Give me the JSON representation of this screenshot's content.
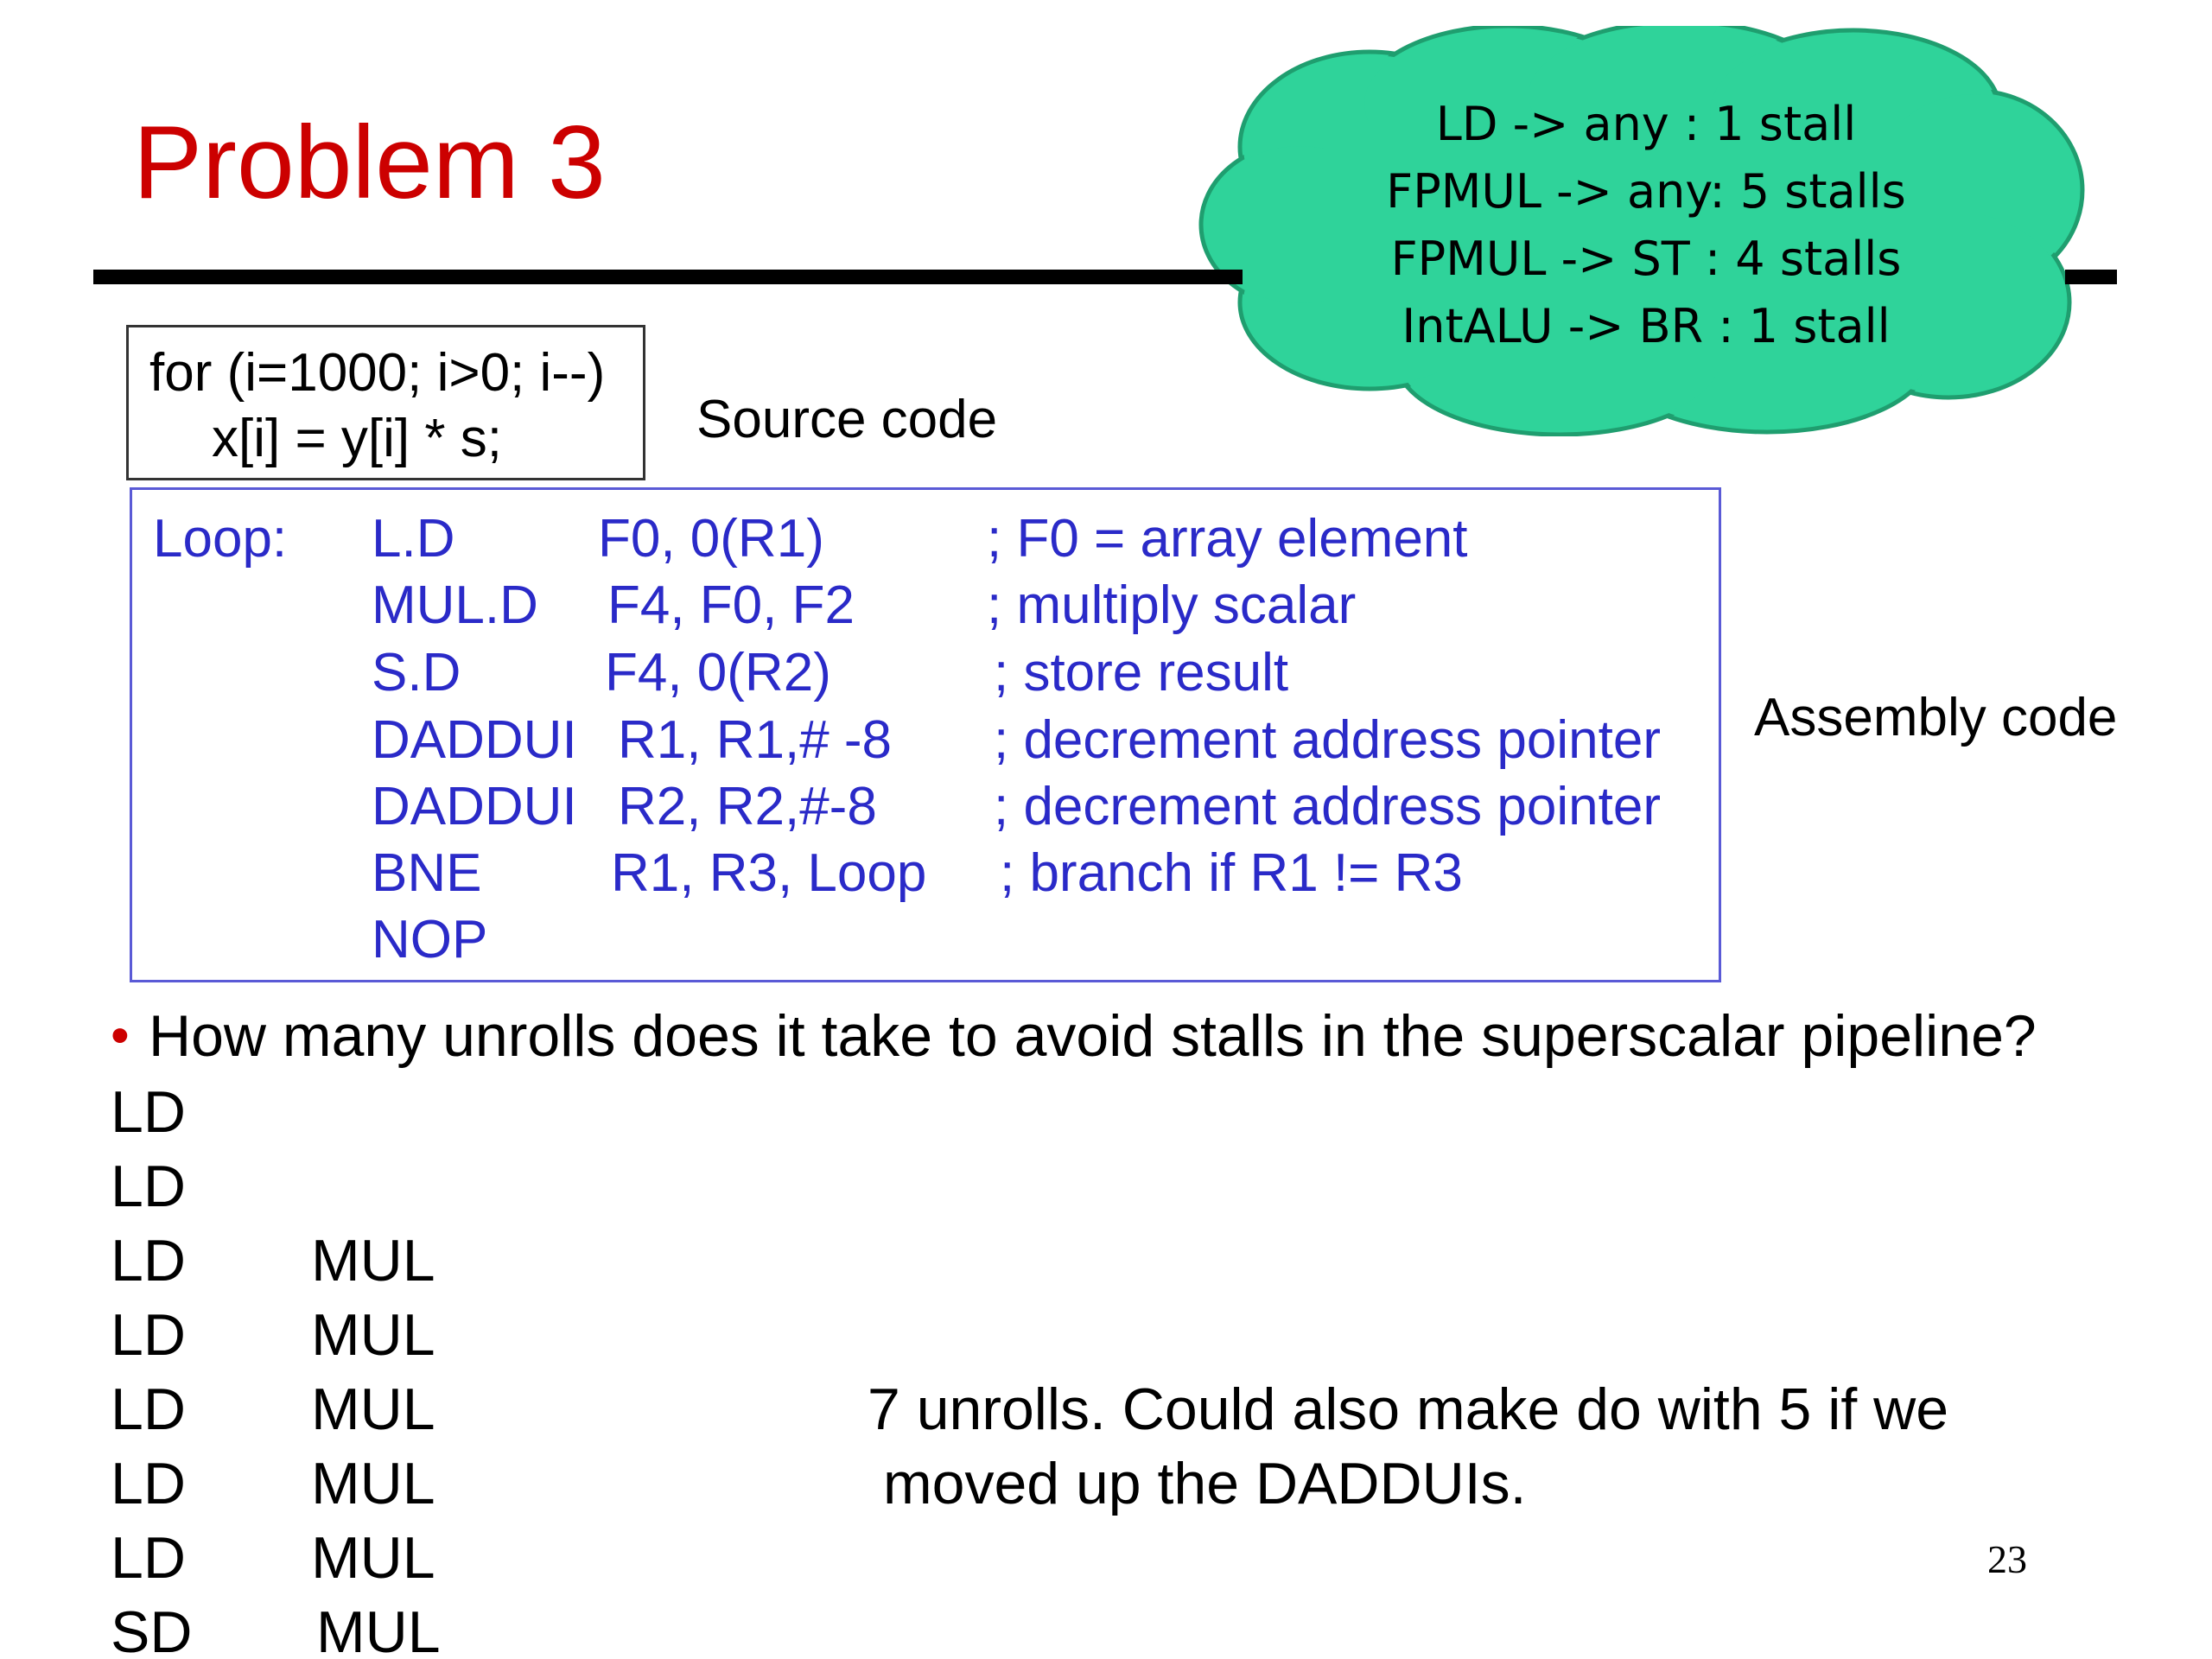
{
  "slide": {
    "title": "Problem 3",
    "page_number": "23"
  },
  "stall_cloud": {
    "lines": [
      "LD -> any : 1 stall",
      "FPMUL -> any: 5 stalls",
      "FPMUL -> ST : 4 stalls",
      "IntALU -> BR : 1 stall"
    ],
    "fill_color": "#2fd39a"
  },
  "source": {
    "lines": [
      "for (i=1000; i>0; i--)",
      "x[i] = y[i] * s;"
    ],
    "label": "Source code"
  },
  "assembly": {
    "label": "Assembly code",
    "loop_label": "Loop:",
    "rows": [
      {
        "op": "L.D",
        "args": "F0, 0(R1)",
        "comment": "; F0 = array element"
      },
      {
        "op": "MUL.D",
        "args": "F4, F0, F2",
        "comment": "; multiply scalar"
      },
      {
        "op": "S.D",
        "args": "F4, 0(R2)",
        "comment": "; store result"
      },
      {
        "op": "DADDUI",
        "args": "R1, R1,# -8",
        "comment": "; decrement address pointer"
      },
      {
        "op": "DADDUI",
        "args": "R2, R2,#-8",
        "comment": "; decrement address pointer"
      },
      {
        "op": "BNE",
        "args": "R1, R3, Loop",
        "comment": "; branch if R1 != R3"
      },
      {
        "op": "NOP",
        "args": "",
        "comment": ""
      }
    ],
    "text_color": "#2a2ac8"
  },
  "question": {
    "bullet": "•",
    "text": "How many unrolls does it take to avoid stalls in the superscalar pipeline?"
  },
  "schedule": [
    {
      "left": "LD",
      "right": ""
    },
    {
      "left": "LD",
      "right": ""
    },
    {
      "left": "LD",
      "right": "MUL"
    },
    {
      "left": "LD",
      "right": "MUL"
    },
    {
      "left": "LD",
      "right": "MUL"
    },
    {
      "left": "LD",
      "right": "MUL"
    },
    {
      "left": "LD",
      "right": "MUL"
    },
    {
      "left": "SD",
      "right": "MUL"
    }
  ],
  "answer": {
    "lines": [
      "7 unrolls.  Could also make do with 5 if we",
      "moved up the DADDUIs."
    ]
  }
}
